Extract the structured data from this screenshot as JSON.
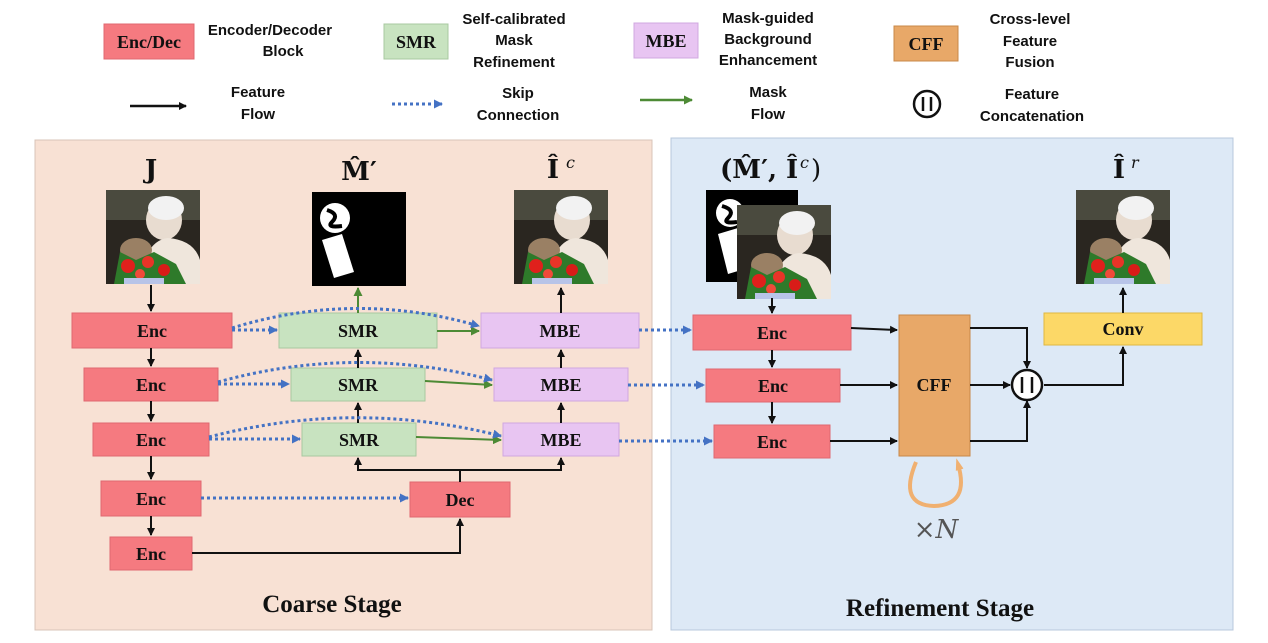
{
  "legend": {
    "enc_dec": {
      "box": "Enc/Dec",
      "line1": "Encoder/Decoder",
      "line2": "Block"
    },
    "smr": {
      "box": "SMR",
      "line1": "Self-calibrated",
      "line2": "Mask",
      "line3": "Refinement"
    },
    "mbe": {
      "box": "MBE",
      "line1": "Mask-guided",
      "line2": "Background",
      "line3": "Enhancement"
    },
    "cff": {
      "box": "CFF",
      "line1": "Cross-level",
      "line2": "Feature",
      "line3": "Fusion"
    },
    "feature_flow": {
      "line1": "Feature",
      "line2": "Flow"
    },
    "skip": {
      "line1": "Skip",
      "line2": "Connection"
    },
    "mask_flow": {
      "line1": "Mask",
      "line2": "Flow"
    },
    "concat": {
      "line1": "Feature",
      "line2": "Concatenation"
    }
  },
  "labels": {
    "J": "J",
    "M_hat": "M̂′",
    "I_c": "Î",
    "I_c_sup": "c",
    "pair": "(M̂′, Î",
    "pair_sup": "c",
    "pair_close": ")",
    "I_r": "Î",
    "I_r_sup": "r",
    "times_n": "×N"
  },
  "blocks": {
    "enc": "Enc",
    "dec": "Dec",
    "smr": "SMR",
    "mbe": "MBE",
    "cff": "CFF",
    "conv": "Conv"
  },
  "stages": {
    "coarse": "Coarse Stage",
    "refine": "Refinement Stage"
  },
  "colors": {
    "enc": "#f57a80",
    "smr": "#c8e3c0",
    "mbe": "#e8c5f2",
    "cff": "#e8a868",
    "conv": "#fcd867",
    "coarse_bg": "#f8e1d4",
    "refine_bg": "#dde9f6",
    "feature": "#111111",
    "skip": "#4472c4",
    "mask": "#4d8a35",
    "loop": "#f0b070"
  }
}
